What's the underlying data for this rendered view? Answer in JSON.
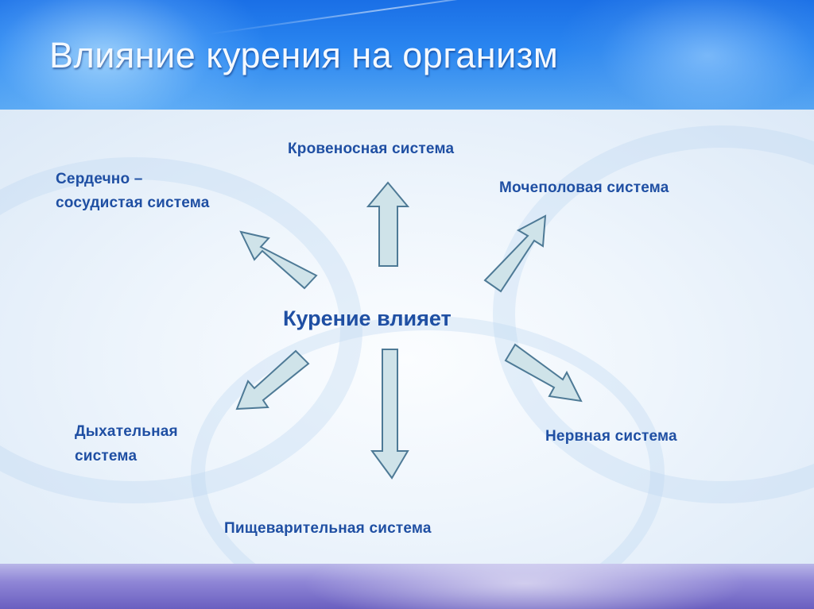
{
  "title": "Влияние курения на организм",
  "center": "Курение влияет",
  "systems": {
    "blood": "Кровеносная система",
    "cardio_line1": "Сердечно –",
    "cardio_line2": "сосудистая система",
    "urogenital": "Мочеполовая система",
    "respiratory_line1": "Дыхательная",
    "respiratory_line2": "система",
    "nervous": "Нервная система",
    "digestive": "Пищеварительная система"
  },
  "colors": {
    "header": "#2a86f0",
    "text": "#1f4fa3",
    "arrow_fill": "#cfe3e9",
    "arrow_stroke": "#4e7a96",
    "footer": "#8f86d6"
  }
}
